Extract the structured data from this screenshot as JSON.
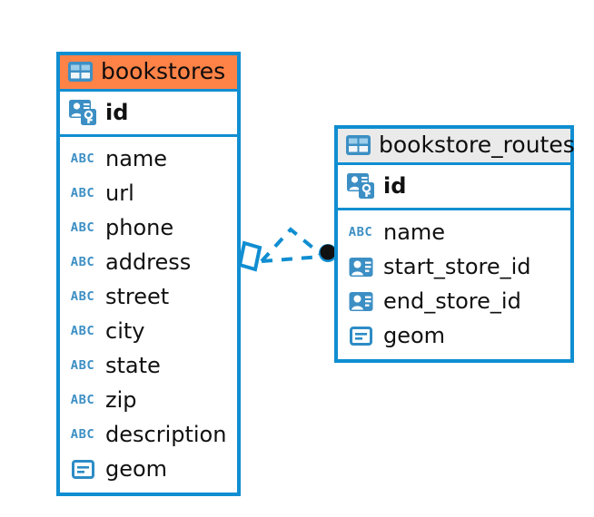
{
  "diagram": {
    "kind": "entity-relationship-diagram",
    "background_color": "#FFFFFF",
    "accent_color": "#108ED1",
    "selected_header_color": "#FF8247",
    "unselected_header_color": "#EAEAEA",
    "icon_color": "#3C8FC4",
    "connector_color": "#108ED1",
    "connector_endpoint_color": "#111111"
  },
  "tables": [
    {
      "id": "bookstores",
      "name": "bookstores",
      "selected": true,
      "header_icon": "table-icon",
      "primary_key": {
        "name": "id",
        "icon": "primary-key-icon"
      },
      "fields": [
        {
          "name": "name",
          "icon": "text-type-icon",
          "icon_label": "ABC"
        },
        {
          "name": "url",
          "icon": "text-type-icon",
          "icon_label": "ABC"
        },
        {
          "name": "phone",
          "icon": "text-type-icon",
          "icon_label": "ABC"
        },
        {
          "name": "address",
          "icon": "text-type-icon",
          "icon_label": "ABC"
        },
        {
          "name": "street",
          "icon": "text-type-icon",
          "icon_label": "ABC"
        },
        {
          "name": "city",
          "icon": "text-type-icon",
          "icon_label": "ABC"
        },
        {
          "name": "state",
          "icon": "text-type-icon",
          "icon_label": "ABC"
        },
        {
          "name": "zip",
          "icon": "text-type-icon",
          "icon_label": "ABC"
        },
        {
          "name": "description",
          "icon": "text-type-icon",
          "icon_label": "ABC"
        },
        {
          "name": "geom",
          "icon": "geometry-type-icon",
          "icon_label": ""
        }
      ]
    },
    {
      "id": "bookstore_routes",
      "name": "bookstore_routes",
      "selected": false,
      "header_icon": "table-icon",
      "primary_key": {
        "name": "id",
        "icon": "primary-key-icon"
      },
      "fields": [
        {
          "name": "name",
          "icon": "text-type-icon",
          "icon_label": "ABC"
        },
        {
          "name": "start_store_id",
          "icon": "foreign-key-icon",
          "icon_label": ""
        },
        {
          "name": "end_store_id",
          "icon": "foreign-key-icon",
          "icon_label": ""
        },
        {
          "name": "geom",
          "icon": "geometry-type-icon",
          "icon_label": ""
        }
      ]
    }
  ],
  "relationship": {
    "from_table": "bookstores",
    "to_table": "bookstore_routes",
    "line_style": "dashed",
    "source_endpoint": "rhombus-marker",
    "target_endpoint": "filled-circle-marker"
  }
}
